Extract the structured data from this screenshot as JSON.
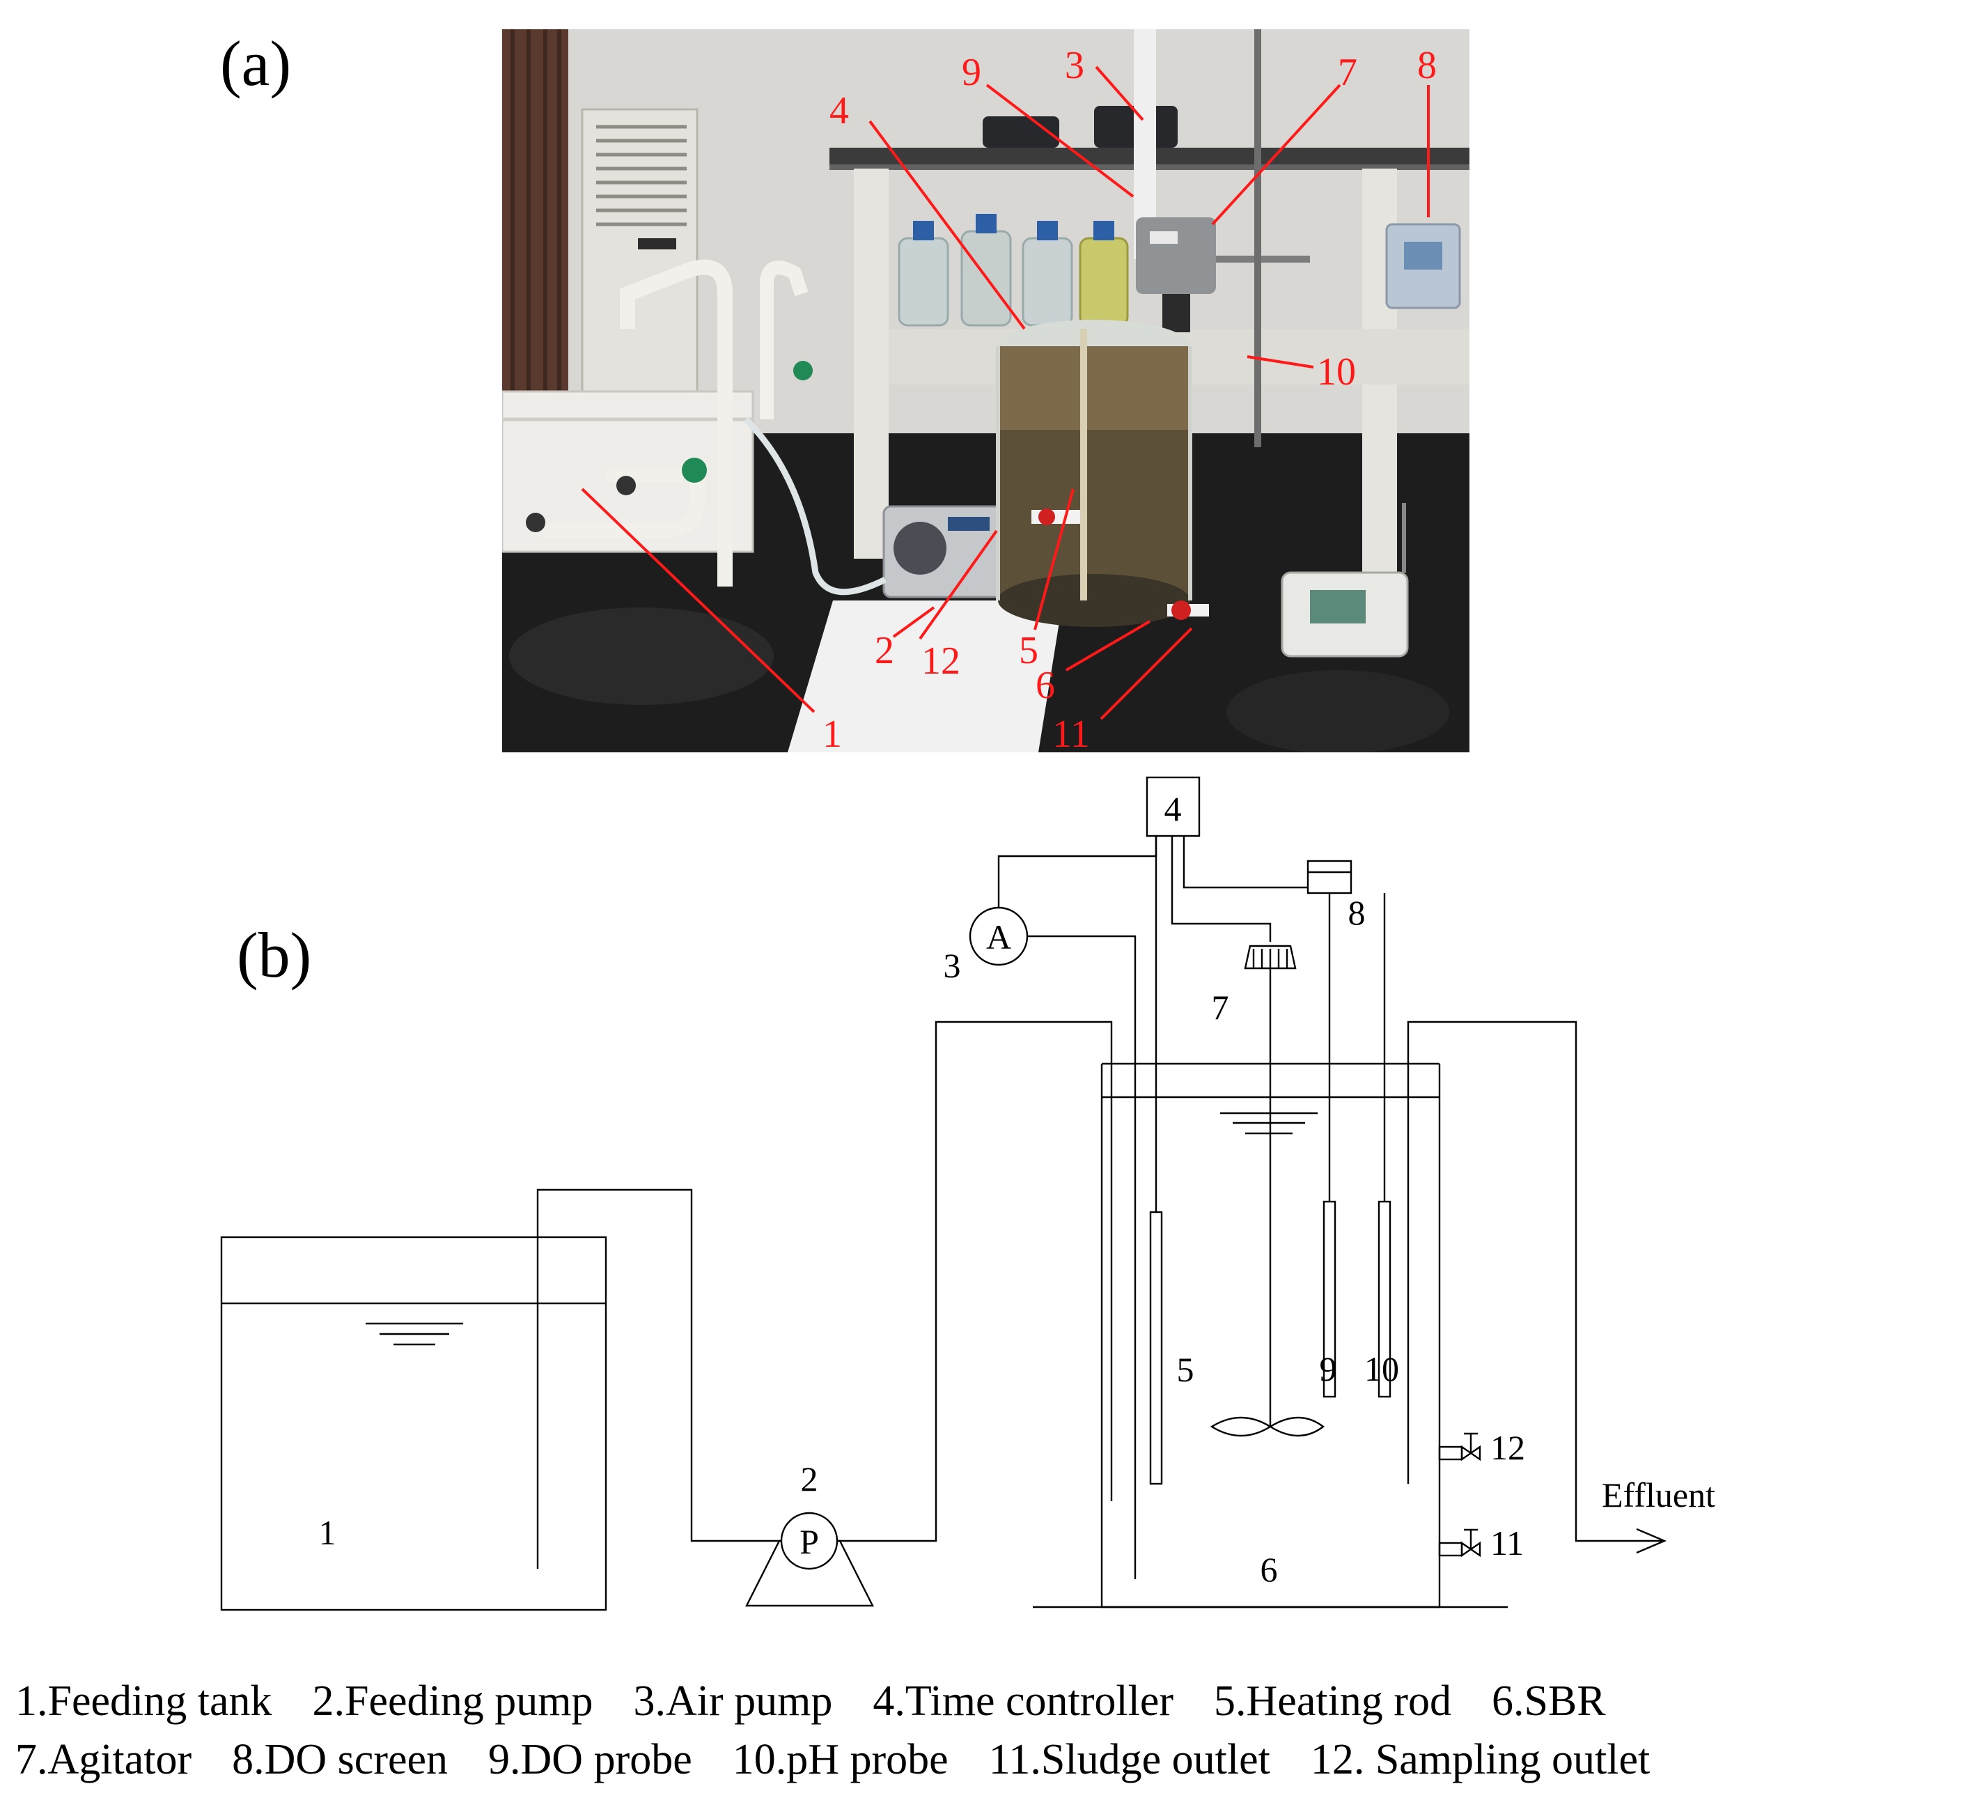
{
  "panels": {
    "a": "(a)",
    "b": "(b)"
  },
  "photo_callouts": [
    "1",
    "2",
    "3",
    "4",
    "5",
    "6",
    "7",
    "8",
    "9",
    "10",
    "11",
    "12"
  ],
  "diagram": {
    "numbers": {
      "n1": "1",
      "n2": "2",
      "n3": "3",
      "n4": "4",
      "n5": "5",
      "n6": "6",
      "n7": "7",
      "n8": "8",
      "n9": "9",
      "n10": "10",
      "n11": "11",
      "n12": "12"
    },
    "air_pump_symbol": "A",
    "feed_pump_symbol": "P",
    "effluent": "Effluent"
  },
  "legend": {
    "row1": [
      "1.Feeding tank",
      "2.Feeding pump",
      "3.Air pump",
      "4.Time controller",
      "5.Heating rod",
      "6.SBR"
    ],
    "row2": [
      "7.Agitator",
      "8.DO screen",
      "9.DO probe",
      "10.pH probe",
      "11.Sludge outlet",
      "12. Sampling outlet"
    ]
  },
  "colors": {
    "callout": "#ff1a1a",
    "line": "#000000"
  }
}
